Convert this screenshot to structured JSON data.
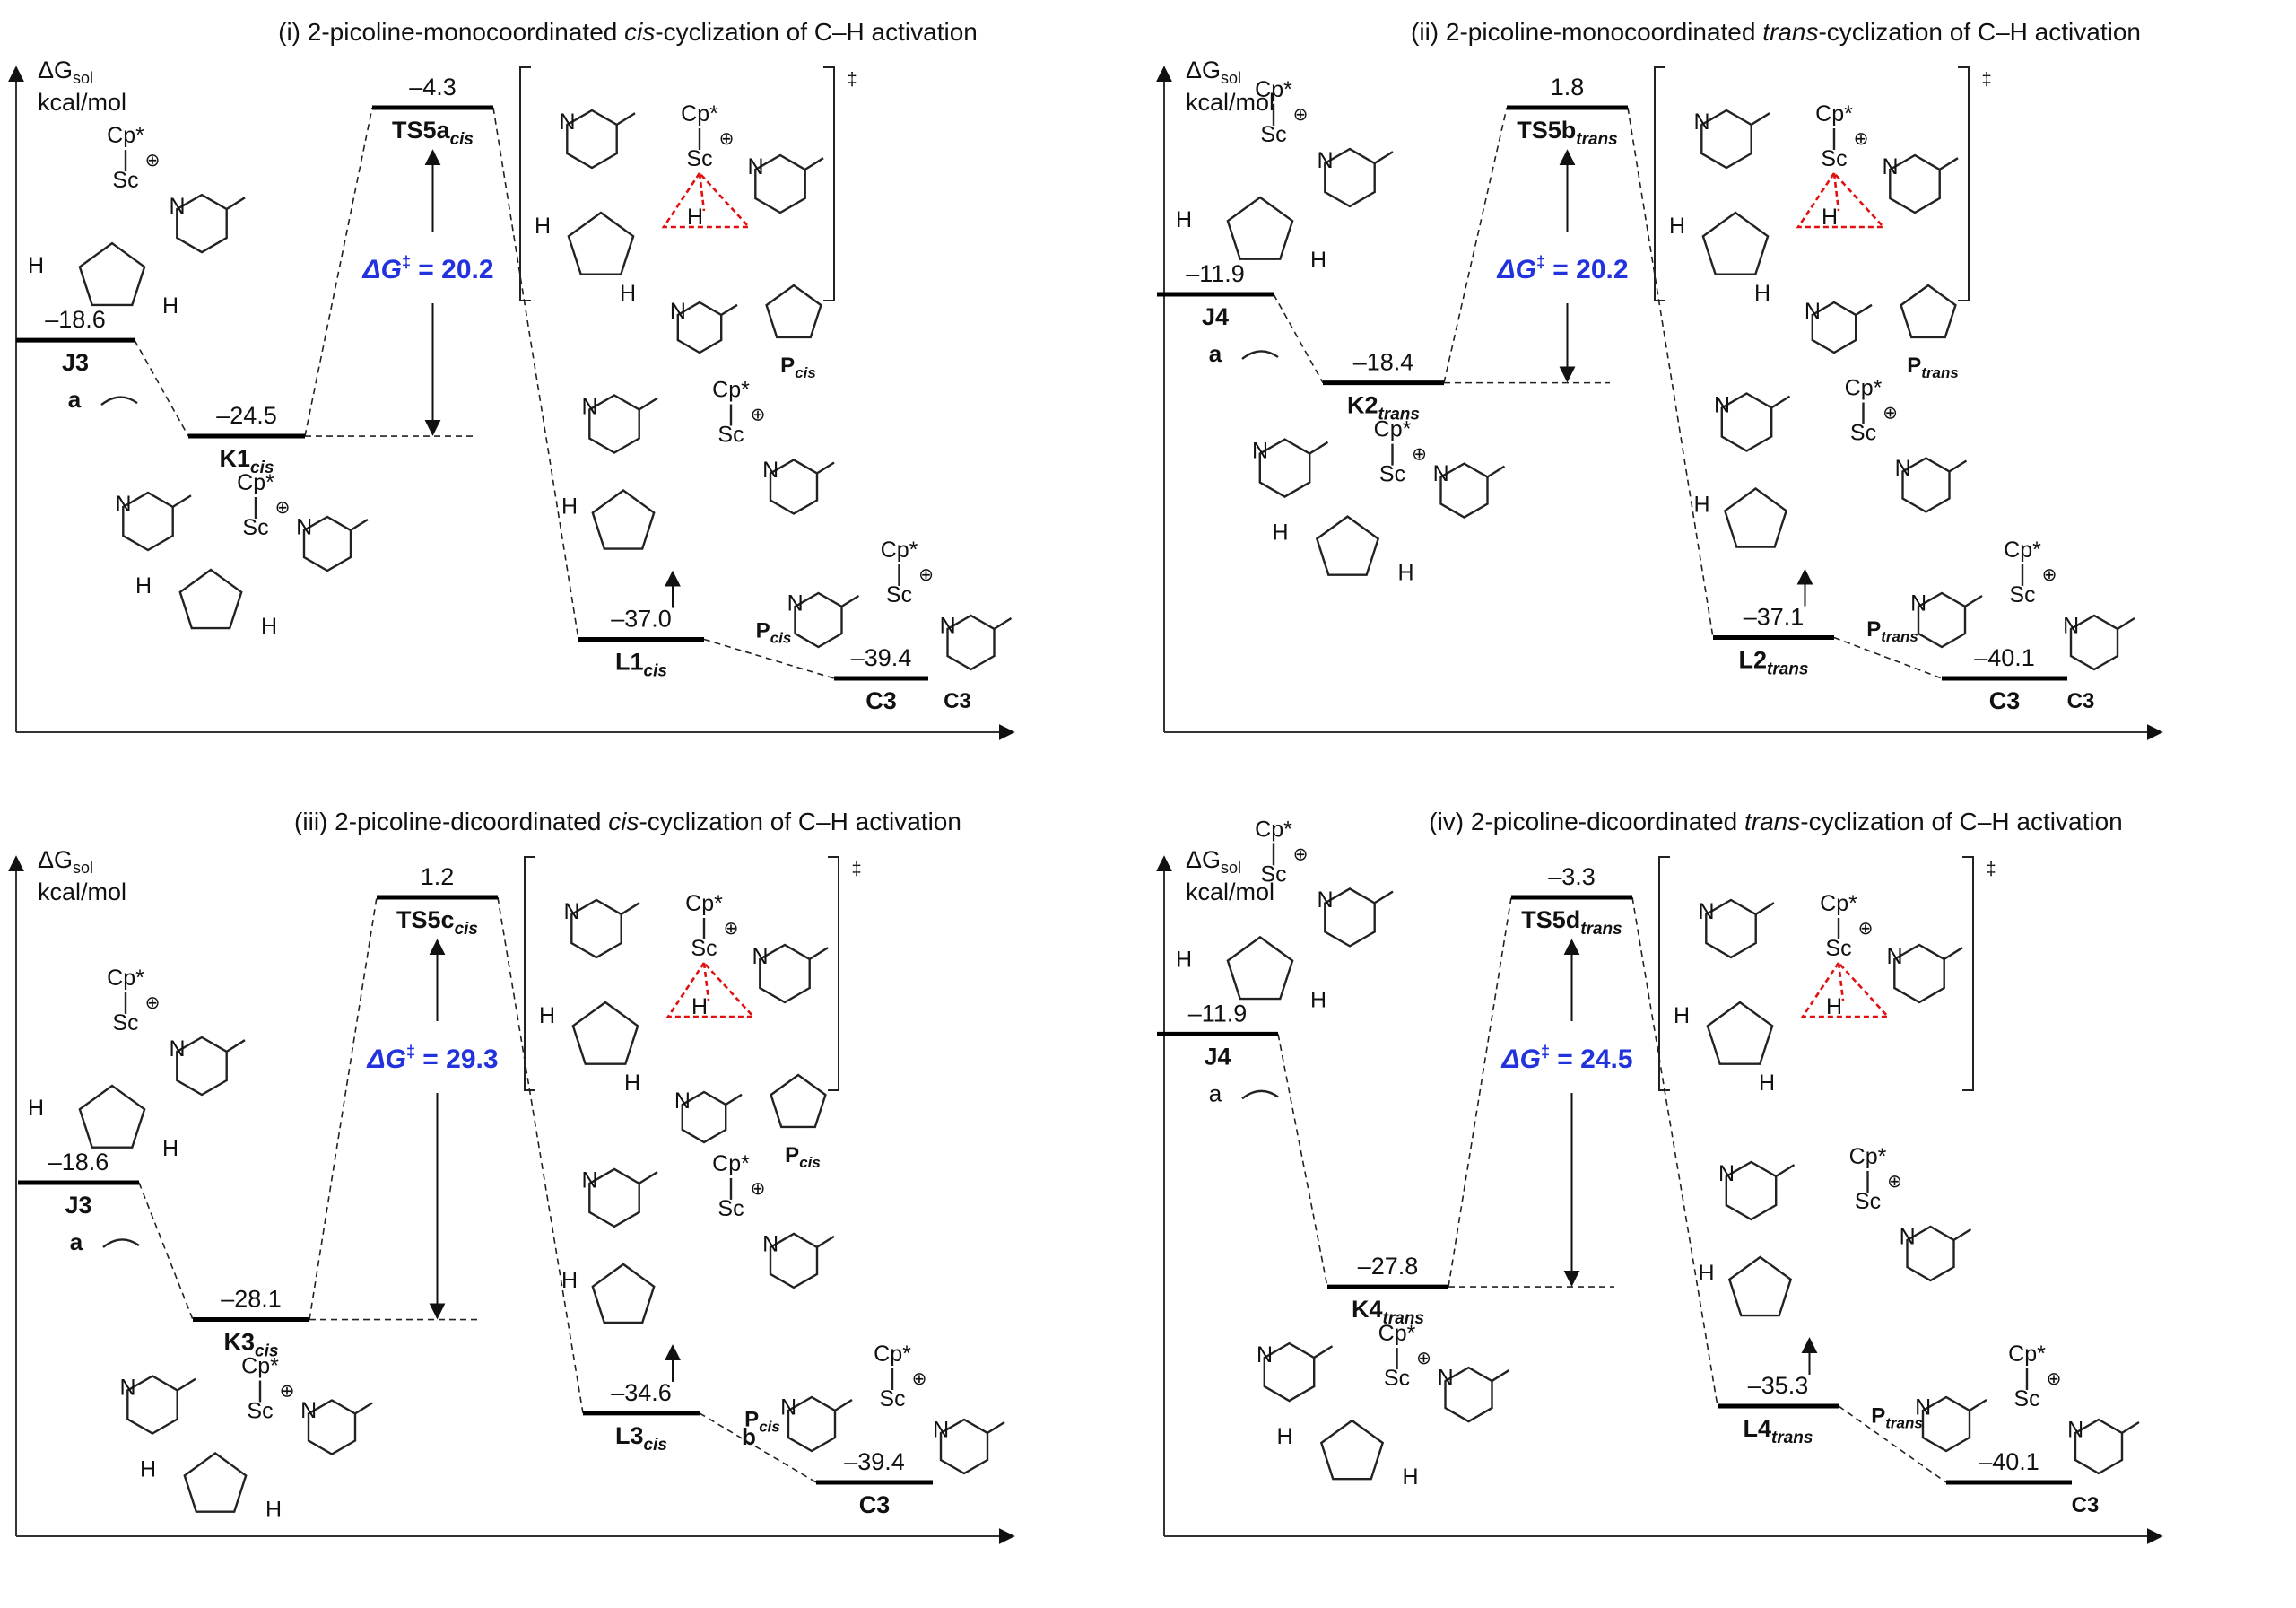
{
  "panels": [
    {
      "title_pre": "(i) 2-picoline-monocoordinated ",
      "title_em": "cis",
      "title_post": "-cyclization of C–H activation",
      "axis_label": "ΔG",
      "axis_sub": "sol",
      "axis_unit": "kcal/mol",
      "dg_label": "ΔG",
      "dg_value": "= 20.2",
      "step_label": "a",
      "levels": [
        {
          "value": "–18.6",
          "label": "J3",
          "sub": ""
        },
        {
          "value": "–24.5",
          "label": "K1",
          "sub": "cis"
        },
        {
          "value": "–4.3",
          "label": "TS5a",
          "sub": "cis"
        },
        {
          "value": "–37.0",
          "label": "L1",
          "sub": "cis"
        },
        {
          "value": "–39.4",
          "label": "C3",
          "sub": ""
        }
      ],
      "product": {
        "label": "P",
        "sub": "cis"
      },
      "extra_label": {
        "label": "P",
        "sub": "cis"
      },
      "c3_label": "C3"
    },
    {
      "title_pre": "(ii) 2-picoline-monocoordinated ",
      "title_em": "trans",
      "title_post": "-cyclization of C–H activation",
      "axis_label": "ΔG",
      "axis_sub": "sol",
      "axis_unit": "kcal/mol",
      "dg_label": "ΔG",
      "dg_value": "= 20.2",
      "step_label": "a",
      "levels": [
        {
          "value": "–11.9",
          "label": "J4",
          "sub": ""
        },
        {
          "value": "–18.4",
          "label": "K2",
          "sub": "trans"
        },
        {
          "value": "1.8",
          "label": "TS5b",
          "sub": "trans"
        },
        {
          "value": "–37.1",
          "label": "L2",
          "sub": "trans"
        },
        {
          "value": "–40.1",
          "label": "C3",
          "sub": ""
        }
      ],
      "product": {
        "label": "P",
        "sub": "trans"
      },
      "extra_label": {
        "label": "P",
        "sub": "trans"
      },
      "c3_label": "C3"
    },
    {
      "title_pre": "(iii) 2-picoline-dicoordinated ",
      "title_em": "cis",
      "title_post": "-cyclization of C–H activation",
      "axis_label": "ΔG",
      "axis_sub": "sol",
      "axis_unit": "kcal/mol",
      "dg_label": "ΔG",
      "dg_value": "= 29.3",
      "step_label": "a",
      "step_label2": "b",
      "levels": [
        {
          "value": "–18.6",
          "label": "J3",
          "sub": ""
        },
        {
          "value": "–28.1",
          "label": "K3",
          "sub": "cis"
        },
        {
          "value": "1.2",
          "label": "TS5c",
          "sub": "cis"
        },
        {
          "value": "–34.6",
          "label": "L3",
          "sub": "cis"
        },
        {
          "value": "–39.4",
          "label": "C3",
          "sub": ""
        }
      ],
      "product": {
        "label": "P",
        "sub": "cis"
      },
      "extra_label": {
        "label": "P",
        "sub": "cis"
      },
      "c3_label": ""
    },
    {
      "title_pre": "(iv) 2-picoline-dicoordinated ",
      "title_em": "trans",
      "title_post": "-cyclization of C–H activation",
      "axis_label": "ΔG",
      "axis_sub": "sol",
      "axis_unit": "kcal/mol",
      "dg_label": "ΔG",
      "dg_value": "= 24.5",
      "step_label": "a",
      "levels": [
        {
          "value": "–11.9",
          "label": "J4",
          "sub": ""
        },
        {
          "value": "–27.8",
          "label": "K4",
          "sub": "trans"
        },
        {
          "value": "–3.3",
          "label": "TS5d",
          "sub": "trans"
        },
        {
          "value": "–35.3",
          "label": "L4",
          "sub": "trans"
        },
        {
          "value": "–40.1",
          "label": "",
          "sub": ""
        }
      ],
      "product": {
        "label": "",
        "sub": ""
      },
      "extra_label": {
        "label": "P",
        "sub": "trans"
      },
      "c3_label": "C3"
    }
  ],
  "chem": {
    "cp": "Cp*",
    "sc": "Sc",
    "n": "N",
    "h": "H",
    "plus": "⊕",
    "dagger": "‡"
  }
}
